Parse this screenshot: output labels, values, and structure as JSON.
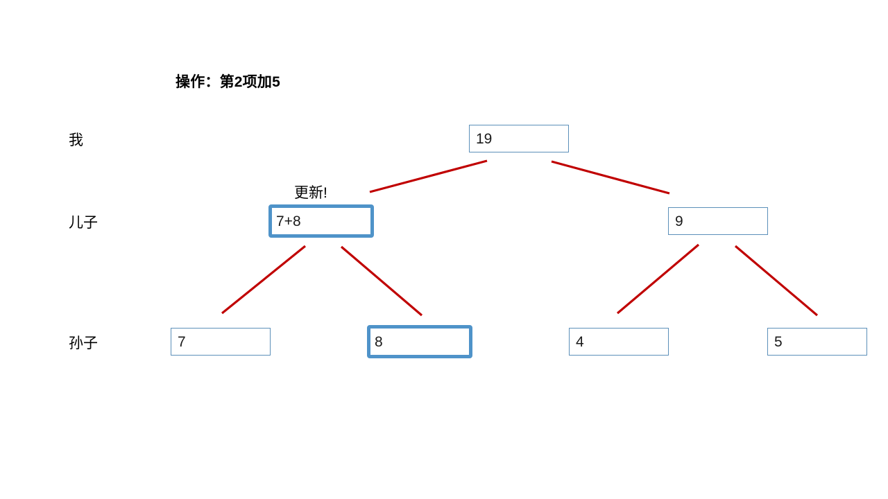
{
  "title": "操作：第2项加5",
  "row_labels": [
    {
      "text": "我"
    },
    {
      "text": "儿子"
    },
    {
      "text": "孙子"
    }
  ],
  "annotation": {
    "update_label": "更新!"
  },
  "colors": {
    "edge_red": "#C00000",
    "node_border": "#5B8FB9",
    "highlight_border": "#4F93C9",
    "background": "#FFFFFF",
    "text": "#000000"
  },
  "nodes": {
    "root": {
      "value": "19",
      "state": "normal"
    },
    "child_left": {
      "value": "7+8",
      "state": "highlighted"
    },
    "child_right": {
      "value": "9",
      "state": "normal"
    },
    "leaf_1": {
      "value": "7",
      "state": "normal"
    },
    "leaf_2": {
      "value": "8",
      "state": "highlighted"
    },
    "leaf_3": {
      "value": "4",
      "state": "normal"
    },
    "leaf_4": {
      "value": "5",
      "state": "normal"
    }
  }
}
